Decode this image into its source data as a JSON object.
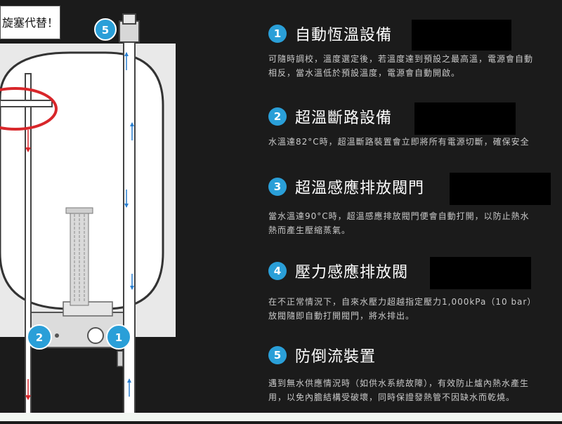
{
  "note_text": "旋塞代替！",
  "diagram": {
    "badges": [
      "5",
      "2",
      "1"
    ]
  },
  "features": [
    {
      "number": "1",
      "title": "自動恆溫設備",
      "desc": [
        "可隨時調校，溫度選定後，若溫度達到預設之最高溫，電源會自動",
        "相反，當水溫低於預設溫度，電源會自動開啟。"
      ]
    },
    {
      "number": "2",
      "title": "超溫斷路設備",
      "desc": [
        "水溫達82°C時，超溫斷路裝置會立即將所有電源切斷，確保安全"
      ]
    },
    {
      "number": "3",
      "title": "超溫感應排放閥門",
      "desc": [
        "當水溫達90°C時，超溫感應排放閥門便會自動打開，以防止熱水",
        "熱而產生壓縮蒸氣。"
      ]
    },
    {
      "number": "4",
      "title": "壓力感應排放閥",
      "desc": [
        "在不正常情況下，自來水壓力超越指定壓力1,000kPa（10 bar）",
        "放閥隨即自動打開閥門，將水排出。"
      ]
    },
    {
      "number": "5",
      "title": "防倒流裝置",
      "desc": [
        "遇到無水供應情況時（如供水系統故障），有效防止爐內熱水產生",
        "用，以免內膽結構受破壞，同時保證發熱管不因缺水而乾燒。"
      ]
    }
  ],
  "colors": {
    "background": "#1b1b1b",
    "badge": "#2a9fd8",
    "highlight_circle": "#d8262a",
    "desc_text": "#c9c9c9"
  }
}
